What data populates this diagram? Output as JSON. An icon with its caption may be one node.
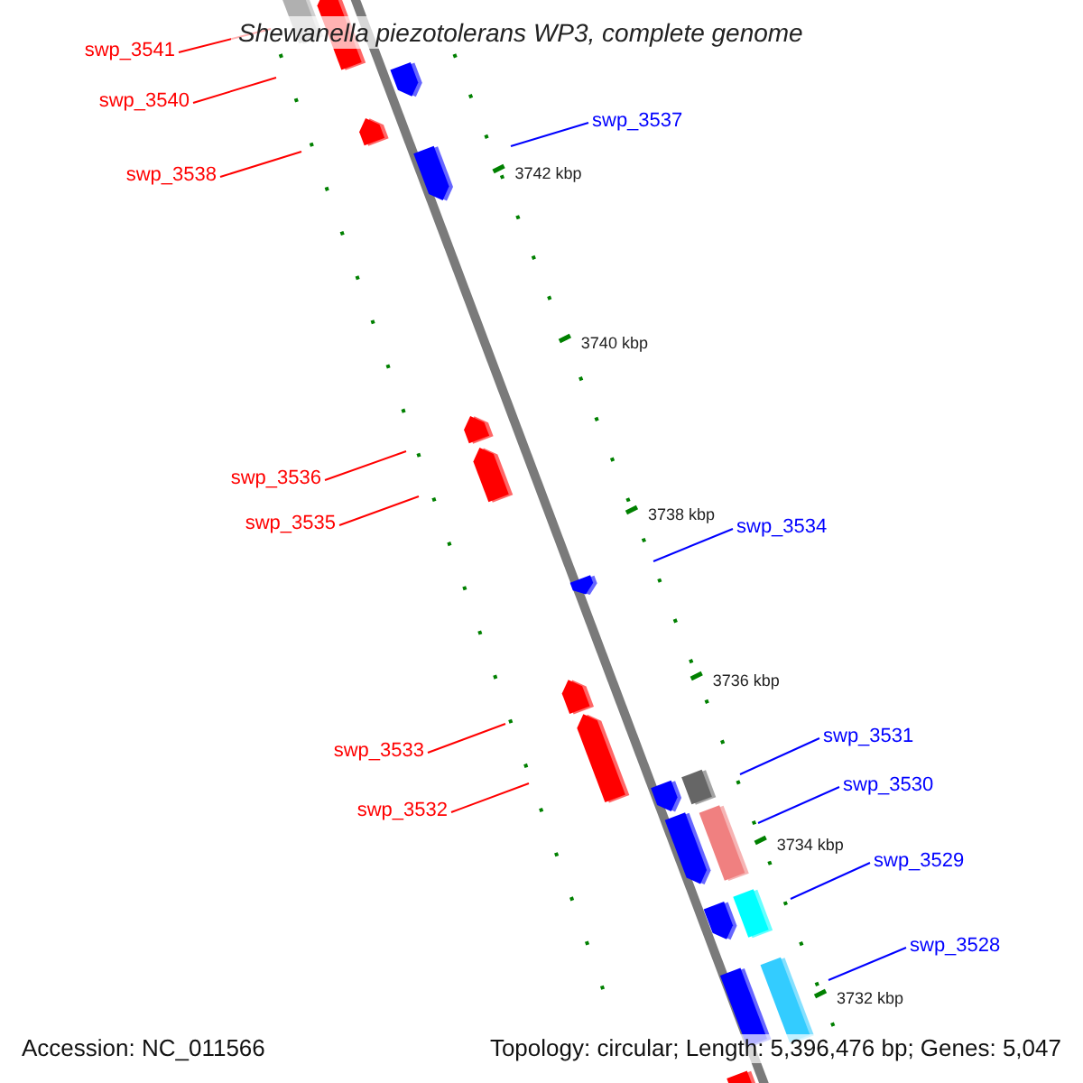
{
  "diagram": {
    "title": "Shewanella piezotolerans WP3, complete genome",
    "nodes": [
      {
        "text": [
          "swp_3541"
        ]
      },
      {
        "text": [
          "swp_3540"
        ]
      },
      {
        "text": [
          "swp_3537"
        ]
      },
      {
        "text": [
          "swp_3538"
        ]
      },
      {
        "text": [
          "swp_3536"
        ]
      },
      {
        "text": [
          "swp_3535"
        ]
      },
      {
        "text": [
          "swp_3534"
        ]
      },
      {
        "text": [
          "swp_3531"
        ]
      },
      {
        "text": [
          "swp_3533"
        ]
      },
      {
        "text": [
          "swp_3530"
        ]
      },
      {
        "text": [
          "swp_3532"
        ]
      },
      {
        "text": [
          "swp_3529"
        ]
      },
      {
        "text": [
          "swp_3528"
        ]
      }
    ],
    "edges": [
      {
        "from": 0,
        "to": null,
        "arrow": "none"
      },
      {
        "from": 1,
        "to": null,
        "arrow": "none"
      },
      {
        "from": 2,
        "to": null,
        "arrow": "none",
        "color": "#0000ff"
      },
      {
        "from": 3,
        "to": null,
        "arrow": "none"
      },
      {
        "from": 4,
        "to": null,
        "arrow": "none"
      },
      {
        "from": 5,
        "to": null,
        "arrow": "none"
      },
      {
        "from": 6,
        "to": null,
        "arrow": "none",
        "color": "#0000ff"
      },
      {
        "from": 7,
        "to": null,
        "arrow": "none",
        "color": "#0000ff"
      },
      {
        "from": 8,
        "to": null,
        "arrow": "none"
      },
      {
        "from": 9,
        "to": null,
        "arrow": "none",
        "color": "#0000ff"
      },
      {
        "from": 10,
        "to": null,
        "arrow": "none"
      },
      {
        "from": 11,
        "to": null,
        "arrow": "none",
        "color": "#0000ff"
      },
      {
        "from": 12,
        "to": null,
        "arrow": "none",
        "color": "#0000ff"
      }
    ],
    "labels": [
      "3742 kbp",
      "3740 kbp",
      "3738 kbp",
      "3736 kbp",
      "3734 kbp",
      "3732 kbp",
      "Accession: NC_011566",
      "Topology: circular; Length: 5,396,476 bp; Genes: 5,047"
    ]
  }
}
